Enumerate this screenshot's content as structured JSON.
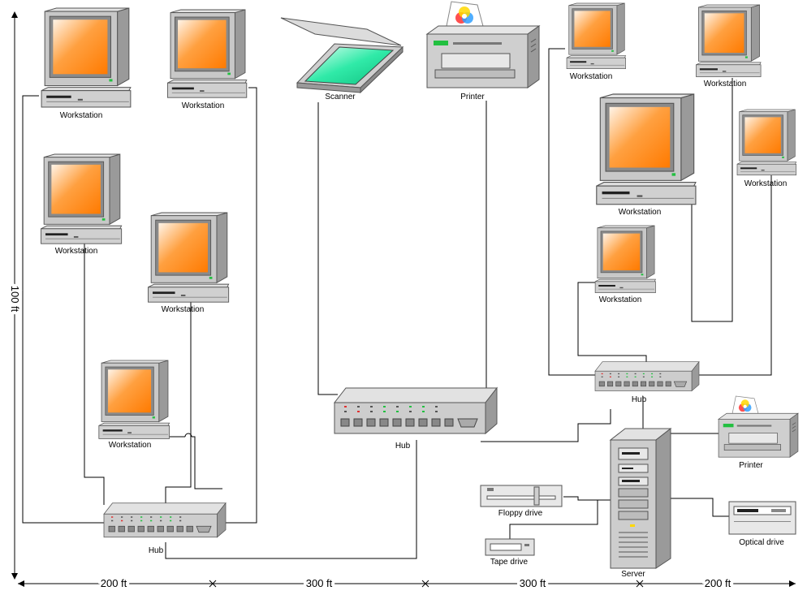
{
  "labels": {
    "workstation": "Workstation",
    "scanner": "Scanner",
    "printer": "Printer",
    "hub": "Hub",
    "server": "Server",
    "floppy": "Floppy drive",
    "tape": "Tape drive",
    "optical": "Optical drive"
  },
  "dimensions": {
    "d1": "200 ft",
    "d2": "300 ft",
    "d3": "300 ft",
    "d4": "200 ft",
    "vertical": "100 ft"
  },
  "colors": {
    "screen": "#ff8a1c",
    "scanner_glass": "#22e6a0",
    "case": "#c8c8c8",
    "led_green": "#22c040",
    "led_red": "#e03030"
  }
}
